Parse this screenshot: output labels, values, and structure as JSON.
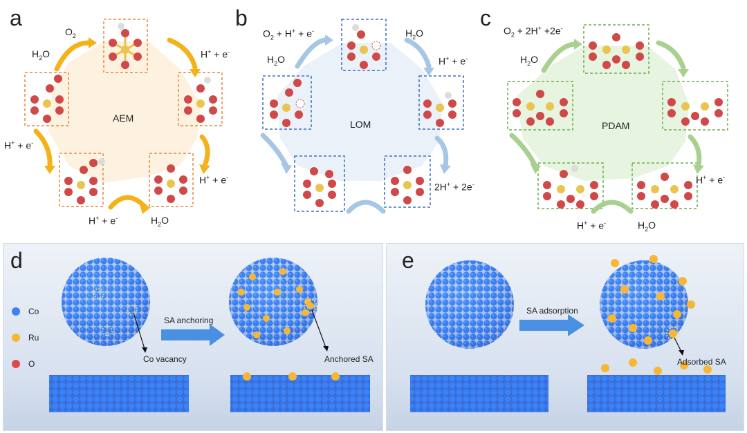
{
  "panels": {
    "a": {
      "letter": "a",
      "mechanism": "AEM",
      "labels": {
        "o2": "O",
        "o2_sub": "2",
        "h2o_left": "H",
        "h2o_left_sub": "2",
        "h2o_left_o": "O",
        "h_e_top_right": "H",
        "h_e_top_right_sup": "+",
        "h_e_top_right_rest": " + e",
        "h_e_top_right_e_sup": "-",
        "h_e_left": "H",
        "h_e_left_sup": "+",
        "h_e_left_rest": " + e",
        "h_e_left_e_sup": "-",
        "h_e_right": "H",
        "h_e_right_sup": "+",
        "h_e_right_rest": " + e",
        "h_e_right_e_sup": "-",
        "h_e_bottom": "H",
        "h_e_bottom_sup": "+",
        "h_e_bottom_rest": " + e",
        "h_e_bottom_e_sup": "-",
        "h2o_bottom": "H",
        "h2o_bottom_sub": "2",
        "h2o_bottom_o": "O"
      }
    },
    "b": {
      "letter": "b",
      "mechanism": "LOM",
      "labels": {
        "top_left_o": "O",
        "top_left_o_sub": "2",
        "top_left_rest": " + H",
        "top_left_h_sup": "+",
        "top_left_e": " + e",
        "top_left_e_sup": "-",
        "h2o_left": "H",
        "h2o_left_sub": "2",
        "h2o_left_o": "O",
        "h2o_top": "H",
        "h2o_top_sub": "2",
        "h2o_top_o": "O",
        "h_e_right": "H",
        "h_e_right_sup": "+",
        "h_e_right_rest": " + e",
        "h_e_right_e_sup": "-",
        "two_h_e": "2H",
        "two_h_e_sup": "+",
        "two_h_e_rest": " + 2e",
        "two_h_e_e_sup": "-"
      }
    },
    "c": {
      "letter": "c",
      "mechanism": "PDAM",
      "labels": {
        "top_o": "O",
        "top_o_sub": "2",
        "top_rest": " + 2H",
        "top_h_sup": "+",
        "top_e": " +2e",
        "top_e_sup": "-",
        "h2o_left": "H",
        "h2o_left_sub": "2",
        "h2o_left_o": "O",
        "h_e_right": "H",
        "h_e_right_sup": "+",
        "h_e_right_rest": " + e",
        "h_e_right_e_sup": "-",
        "h_e_bottom": "H",
        "h_e_bottom_sup": "+",
        "h_e_bottom_rest": " + e",
        "h_e_bottom_e_sup": "-",
        "h2o_bottom": "H",
        "h2o_bottom_sub": "2",
        "h2o_bottom_o": "O"
      }
    },
    "d": {
      "letter": "d",
      "arrow_label": "SA anchoring",
      "vacancy_label": "Co vacancy",
      "anchored_label": "Anchored SA"
    },
    "e": {
      "letter": "e",
      "arrow_label": "SA adsorption",
      "adsorbed_label": "Adsorbed SA"
    }
  },
  "legend": [
    {
      "label": "Co",
      "color": "#3b82f6"
    },
    {
      "label": "Ru",
      "color": "#f7b733"
    },
    {
      "label": "O",
      "color": "#e04848"
    }
  ],
  "colors": {
    "aem_box": "#e8873a",
    "aem_arrow": "#f3b21a",
    "aem_fill": "#fdf1dc",
    "lom_box": "#3a6fc4",
    "lom_arrow": "#a6c6e6",
    "lom_fill": "#e9f0f8",
    "pdam_box": "#6cae4d",
    "pdam_arrow": "#a9d08f",
    "pdam_fill": "#e6f3dd"
  }
}
